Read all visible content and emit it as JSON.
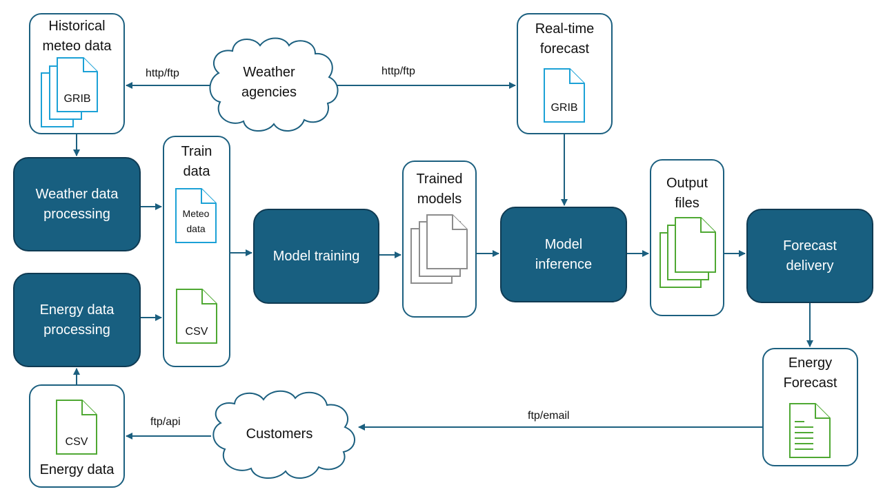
{
  "diagram": {
    "colors": {
      "process_fill": "#185f80",
      "process_border": "#0f3a52",
      "connector": "#1b5f7f",
      "grib_doc": "#1ba1d6",
      "csv_doc": "#4ea832",
      "model_doc": "#8c8c8c"
    },
    "nodes": {
      "historical": {
        "title_line1": "Historical",
        "title_line2": "meteo data",
        "doc_label": "GRIB"
      },
      "weather_agencies": {
        "line1": "Weather",
        "line2": "agencies"
      },
      "realtime": {
        "title_line1": "Real-time",
        "title_line2": "forecast",
        "doc_label": "GRIB"
      },
      "weather_processing": {
        "line1": "Weather data",
        "line2": "processing"
      },
      "energy_processing": {
        "line1": "Energy data",
        "line2": "processing"
      },
      "train_data": {
        "title_line1": "Train",
        "title_line2": "data",
        "meteo_doc_line1": "Meteo",
        "meteo_doc_line2": "data",
        "csv_doc_label": "CSV"
      },
      "model_training": {
        "label": "Model training"
      },
      "trained_models": {
        "title_line1": "Trained",
        "title_line2": "models"
      },
      "model_inference": {
        "line1": "Model",
        "line2": "inference"
      },
      "output_files": {
        "title_line1": "Output",
        "title_line2": "files"
      },
      "forecast_delivery": {
        "line1": "Forecast",
        "line2": "delivery"
      },
      "energy_forecast": {
        "title_line1": "Energy",
        "title_line2": "Forecast"
      },
      "energy_data": {
        "title": "Energy data",
        "doc_label": "CSV"
      },
      "customers": {
        "label": "Customers"
      }
    },
    "edges": [
      {
        "from": "weather_agencies",
        "to": "historical",
        "label": "http/ftp"
      },
      {
        "from": "weather_agencies",
        "to": "realtime",
        "label": "http/ftp"
      },
      {
        "from": "historical",
        "to": "weather_processing",
        "label": ""
      },
      {
        "from": "weather_processing",
        "to": "train_data",
        "label": ""
      },
      {
        "from": "energy_processing",
        "to": "train_data",
        "label": ""
      },
      {
        "from": "energy_data",
        "to": "energy_processing",
        "label": ""
      },
      {
        "from": "train_data",
        "to": "model_training",
        "label": ""
      },
      {
        "from": "model_training",
        "to": "trained_models",
        "label": ""
      },
      {
        "from": "trained_models",
        "to": "model_inference",
        "label": ""
      },
      {
        "from": "realtime",
        "to": "model_inference",
        "label": ""
      },
      {
        "from": "model_inference",
        "to": "output_files",
        "label": ""
      },
      {
        "from": "output_files",
        "to": "forecast_delivery",
        "label": ""
      },
      {
        "from": "forecast_delivery",
        "to": "energy_forecast",
        "label": ""
      },
      {
        "from": "energy_forecast",
        "to": "customers",
        "label": "ftp/email"
      },
      {
        "from": "customers",
        "to": "energy_data",
        "label": "ftp/api"
      }
    ]
  }
}
